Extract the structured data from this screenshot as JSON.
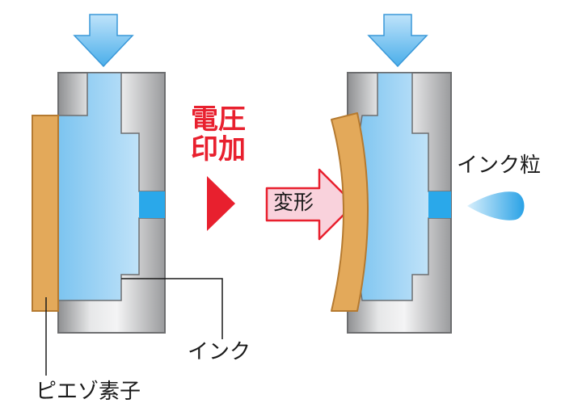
{
  "labels": {
    "piezo": "ピエゾ素子",
    "ink": "インク",
    "voltage_line1": "電圧",
    "voltage_line2": "印加",
    "deform": "変形",
    "droplet": "インク粒"
  },
  "colors": {
    "ink_light": "#c8e6fa",
    "ink_dark": "#7cc4f0",
    "ink_channel": "#2aa8ea",
    "piezo": "#e3a95a",
    "piezo_stroke": "#b57a30",
    "nozzle_gray": "#b8b9bb",
    "voltage_red": "#e8202e",
    "deform_fill": "#f9d2dc",
    "deform_stroke": "#e8202e",
    "press_arrow": "#5bb6ee"
  }
}
